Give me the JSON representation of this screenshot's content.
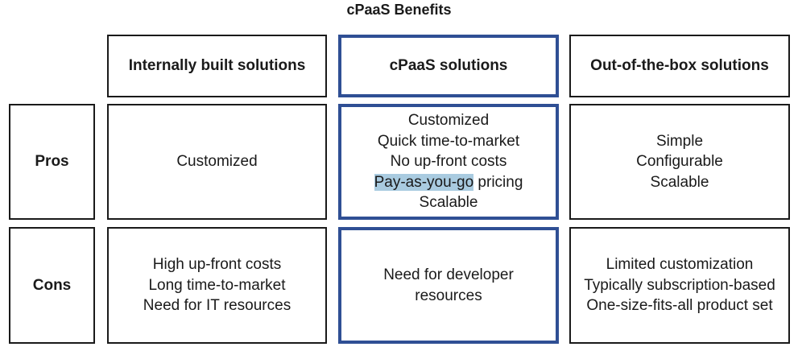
{
  "title": "cPaaS Benefits",
  "columns": {
    "internal": "Internally built solutions",
    "cpaas": "cPaaS solutions",
    "ootb": "Out-of-the-box solutions"
  },
  "rows": {
    "pros": "Pros",
    "cons": "Cons"
  },
  "pros": {
    "internal": [
      "Customized"
    ],
    "cpaas": {
      "line1": "Customized",
      "line2": "Quick time-to-market",
      "line3": "No up-front costs",
      "line4_highlight": "Pay-as-you-go",
      "line4_rest": " pricing",
      "line5": "Scalable"
    },
    "ootb": [
      "Simple",
      "Configurable",
      "Scalable"
    ]
  },
  "cons": {
    "internal": [
      "High up-front costs",
      "Long time-to-market",
      "Need for IT resources"
    ],
    "cpaas": [
      "Need for developer",
      "resources"
    ],
    "ootb": [
      "Limited customization",
      "Typically subscription-based",
      "One-size-fits-all product set"
    ]
  },
  "colors": {
    "border_default": "#1a1a1a",
    "border_cpaas": "#2f4f94",
    "highlight": "#a9cbe0"
  }
}
